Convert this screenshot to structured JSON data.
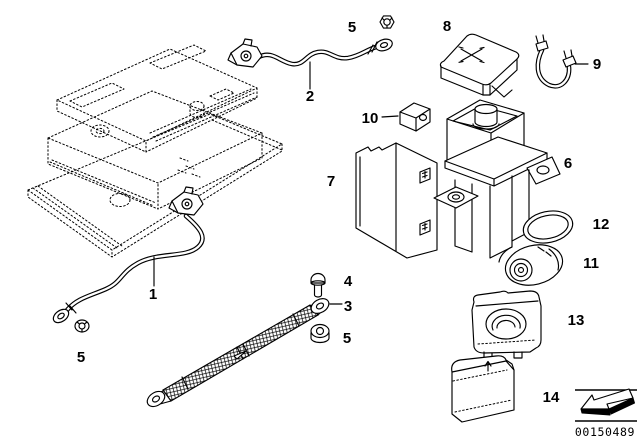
{
  "diagram": {
    "callouts": {
      "c1": "1",
      "c2": "2",
      "c3": "3",
      "c4": "4",
      "c5_top": "5",
      "c5_left": "5",
      "c5_right": "5",
      "c6": "6",
      "c7": "7",
      "c8": "8",
      "c9": "9",
      "c10": "10",
      "c11": "11",
      "c12": "12",
      "c13": "13",
      "c14": "14"
    },
    "footer": {
      "doc_number": "00150489",
      "arrow_icon": "block-arrow-down-left"
    },
    "colors": {
      "line": "#000000",
      "background": "#ffffff"
    }
  }
}
